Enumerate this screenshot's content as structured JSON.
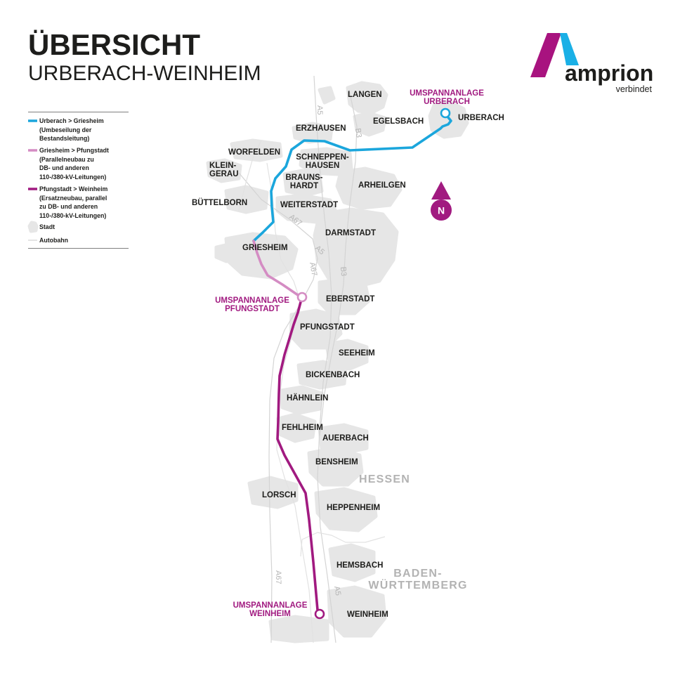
{
  "title": "ÜBERSICHT",
  "subtitle": "URBERACH-WEINHEIM",
  "logo": {
    "wordmark": "amprion",
    "tagline": "verbindet"
  },
  "colors": {
    "route_urberach_griesheim": "#1ba6dc",
    "route_griesheim_pfungstadt": "#d48cc3",
    "route_pfungstadt_weinheim": "#a11a80",
    "brand_magenta": "#a8137f",
    "brand_cyan": "#1ab0e6",
    "north_arrow": "#a11a80",
    "town_area": "#e6e6e6",
    "highway": "#d4d4d4"
  },
  "legend": {
    "items": [
      {
        "title": "Urberach > Griesheim",
        "lines": [
          "(Umbeseilung der",
          "Bestandsleitung)"
        ]
      },
      {
        "title": "Griesheim > Pfungstadt",
        "lines": [
          "(Parallelneubau zu",
          "DB- und anderen",
          "110-/380-kV-Leitungen)"
        ]
      },
      {
        "title": "Pfungstadt > Weinheim",
        "lines": [
          "(Ersatzneubau, parallel",
          "zu DB- und anderen",
          "110-/380-kV-Leitungen)"
        ]
      }
    ],
    "city": "Stadt",
    "highway": "Autobahn"
  },
  "map": {
    "north": "N",
    "substations": {
      "urberach": [
        "UMSPANNANLAGE",
        "URBERACH"
      ],
      "pfungstadt": [
        "UMSPANNANLAGE",
        "PFUNGSTADT"
      ],
      "weinheim": [
        "UMSPANNANLAGE",
        "WEINHEIM"
      ]
    },
    "towns": {
      "langen": "LANGEN",
      "urberach": "URBERACH",
      "egelsbach": "EGELSBACH",
      "erzhausen": "ERZHAUSEN",
      "worfelden": "WORFELDEN",
      "schneppenhausen": [
        "SCHNEPPEN-",
        "HAUSEN"
      ],
      "klein_gerau": [
        "KLEIN-",
        "GERAU"
      ],
      "braunshardt": [
        "BRAUNS-",
        "HARDT"
      ],
      "arheilgen": "ARHEILGEN",
      "buettelborn": "BÜTTELBORN",
      "weiterstadt": "WEITERSTADT",
      "darmstadt": "DARMSTADT",
      "griesheim": "GRIESHEIM",
      "eberstadt": "EBERSTADT",
      "pfungstadt": "PFUNGSTADT",
      "seeheim": "SEEHEIM",
      "bickenbach": "BICKENBACH",
      "haehnlein": "HÄHNLEIN",
      "fehlheim": "FEHLHEIM",
      "auerbach": "AUERBACH",
      "bensheim": "BENSHEIM",
      "lorsch": "LORSCH",
      "heppenheim": "HEPPENHEIM",
      "hemsbach": "HEMSBACH",
      "weinheim": "WEINHEIM"
    },
    "regions": {
      "hessen": "HESSEN",
      "baden_wuerttemberg": [
        "BADEN-",
        "WÜRTTEMBERG"
      ]
    },
    "roads": [
      "A5",
      "B3",
      "A67",
      "A5",
      "A67",
      "B3",
      "A67",
      "A5"
    ]
  }
}
